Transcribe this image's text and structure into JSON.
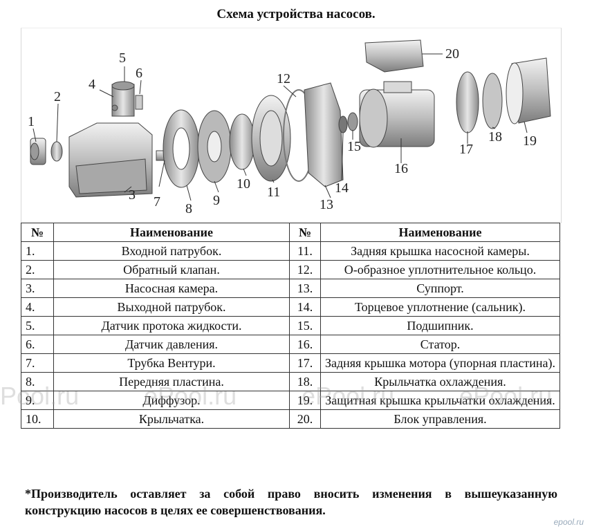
{
  "title": "Схема устройства насосов.",
  "callouts": [
    "1",
    "2",
    "3",
    "4",
    "5",
    "6",
    "7",
    "8",
    "9",
    "10",
    "11",
    "12",
    "13",
    "14",
    "15",
    "16",
    "17",
    "18",
    "19",
    "20"
  ],
  "table": {
    "headers": [
      "№",
      "Наименование",
      "№",
      "Наименование"
    ],
    "rows": [
      {
        "n1": "1.",
        "name1": "Входной патрубок.",
        "n2": "11.",
        "name2": "Задняя крышка насосной камеры."
      },
      {
        "n1": "2.",
        "name1": "Обратный клапан.",
        "n2": "12.",
        "name2": "О-образное уплотнительное кольцо."
      },
      {
        "n1": "3.",
        "name1": "Насосная камера.",
        "n2": "13.",
        "name2": "Суппорт."
      },
      {
        "n1": "4.",
        "name1": "Выходной патрубок.",
        "n2": "14.",
        "name2": "Торцевое уплотнение (сальник)."
      },
      {
        "n1": "5.",
        "name1": "Датчик протока жидкости.",
        "n2": "15.",
        "name2": "Подшипник."
      },
      {
        "n1": "6.",
        "name1": "Датчик давления.",
        "n2": "16.",
        "name2": "Статор."
      },
      {
        "n1": "7.",
        "name1": "Трубка Вентури.",
        "n2": "17.",
        "name2": "Задняя крышка мотора (упорная пластина)."
      },
      {
        "n1": "8.",
        "name1": "Передняя пластина.",
        "n2": "18.",
        "name2": "Крыльчатка охлаждения."
      },
      {
        "n1": "9.",
        "name1": "Диффузор.",
        "n2": "19.",
        "name2": "Защитная крышка крыльчатки охлаждения."
      },
      {
        "n1": "10.",
        "name1": "Крыльчатка.",
        "n2": "20.",
        "name2": "Блок управления."
      }
    ]
  },
  "footnote": "*Производитель оставляет за собой право вносить изменения в вышеуказанную конструкцию насосов в целях ее совершенствования.",
  "watermark": [
    "ePool.ru",
    "ePool.ru",
    "ePool.ru",
    "ePool.ru"
  ],
  "corner_logo": "epool.ru"
}
